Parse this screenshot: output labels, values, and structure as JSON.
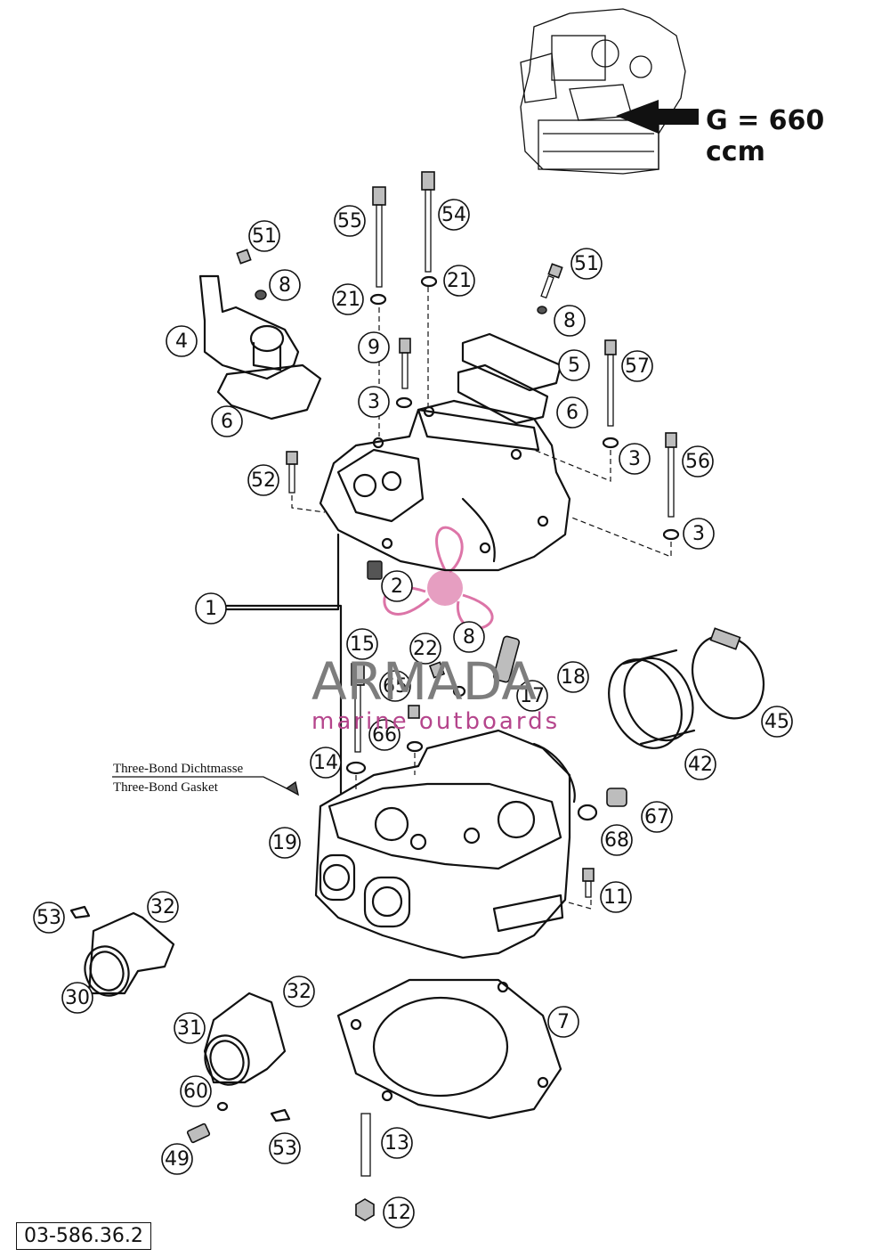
{
  "diagram": {
    "engine_label": "G = 660 ccm",
    "doc_code": "03-586.36.2",
    "note_line1": "Three-Bond Dichtmasse",
    "note_line2": "Three-Bond Gasket",
    "watermark": {
      "brand": "ARMADA",
      "tagline": "marine outboards",
      "accent_color": "#d9669e"
    },
    "callouts": [
      {
        "id": "c55",
        "label": "55"
      },
      {
        "id": "c54",
        "label": "54"
      },
      {
        "id": "c51a",
        "label": "51"
      },
      {
        "id": "c8a",
        "label": "8"
      },
      {
        "id": "c4",
        "label": "4"
      },
      {
        "id": "c6a",
        "label": "6"
      },
      {
        "id": "c21a",
        "label": "21"
      },
      {
        "id": "c21b",
        "label": "21"
      },
      {
        "id": "c9",
        "label": "9"
      },
      {
        "id": "c3a",
        "label": "3"
      },
      {
        "id": "c51b",
        "label": "51"
      },
      {
        "id": "c8b",
        "label": "8"
      },
      {
        "id": "c5",
        "label": "5"
      },
      {
        "id": "c6b",
        "label": "6"
      },
      {
        "id": "c57",
        "label": "57"
      },
      {
        "id": "c3b",
        "label": "3"
      },
      {
        "id": "c56",
        "label": "56"
      },
      {
        "id": "c3c",
        "label": "3"
      },
      {
        "id": "c52",
        "label": "52"
      },
      {
        "id": "c2",
        "label": "2"
      },
      {
        "id": "c1",
        "label": "1"
      },
      {
        "id": "c8c",
        "label": "8"
      },
      {
        "id": "c15",
        "label": "15"
      },
      {
        "id": "c22",
        "label": "22"
      },
      {
        "id": "c18",
        "label": "18"
      },
      {
        "id": "c65",
        "label": "65"
      },
      {
        "id": "c17",
        "label": "17"
      },
      {
        "id": "c66",
        "label": "66"
      },
      {
        "id": "c14",
        "label": "14"
      },
      {
        "id": "c45",
        "label": "45"
      },
      {
        "id": "c42",
        "label": "42"
      },
      {
        "id": "c67",
        "label": "67"
      },
      {
        "id": "c68",
        "label": "68"
      },
      {
        "id": "c19",
        "label": "19"
      },
      {
        "id": "c11",
        "label": "11"
      },
      {
        "id": "c53a",
        "label": "53"
      },
      {
        "id": "c32a",
        "label": "32"
      },
      {
        "id": "c30",
        "label": "30"
      },
      {
        "id": "c32b",
        "label": "32"
      },
      {
        "id": "c31",
        "label": "31"
      },
      {
        "id": "c7",
        "label": "7"
      },
      {
        "id": "c60",
        "label": "60"
      },
      {
        "id": "c53b",
        "label": "53"
      },
      {
        "id": "c49",
        "label": "49"
      },
      {
        "id": "c13",
        "label": "13"
      },
      {
        "id": "c12",
        "label": "12"
      }
    ]
  }
}
